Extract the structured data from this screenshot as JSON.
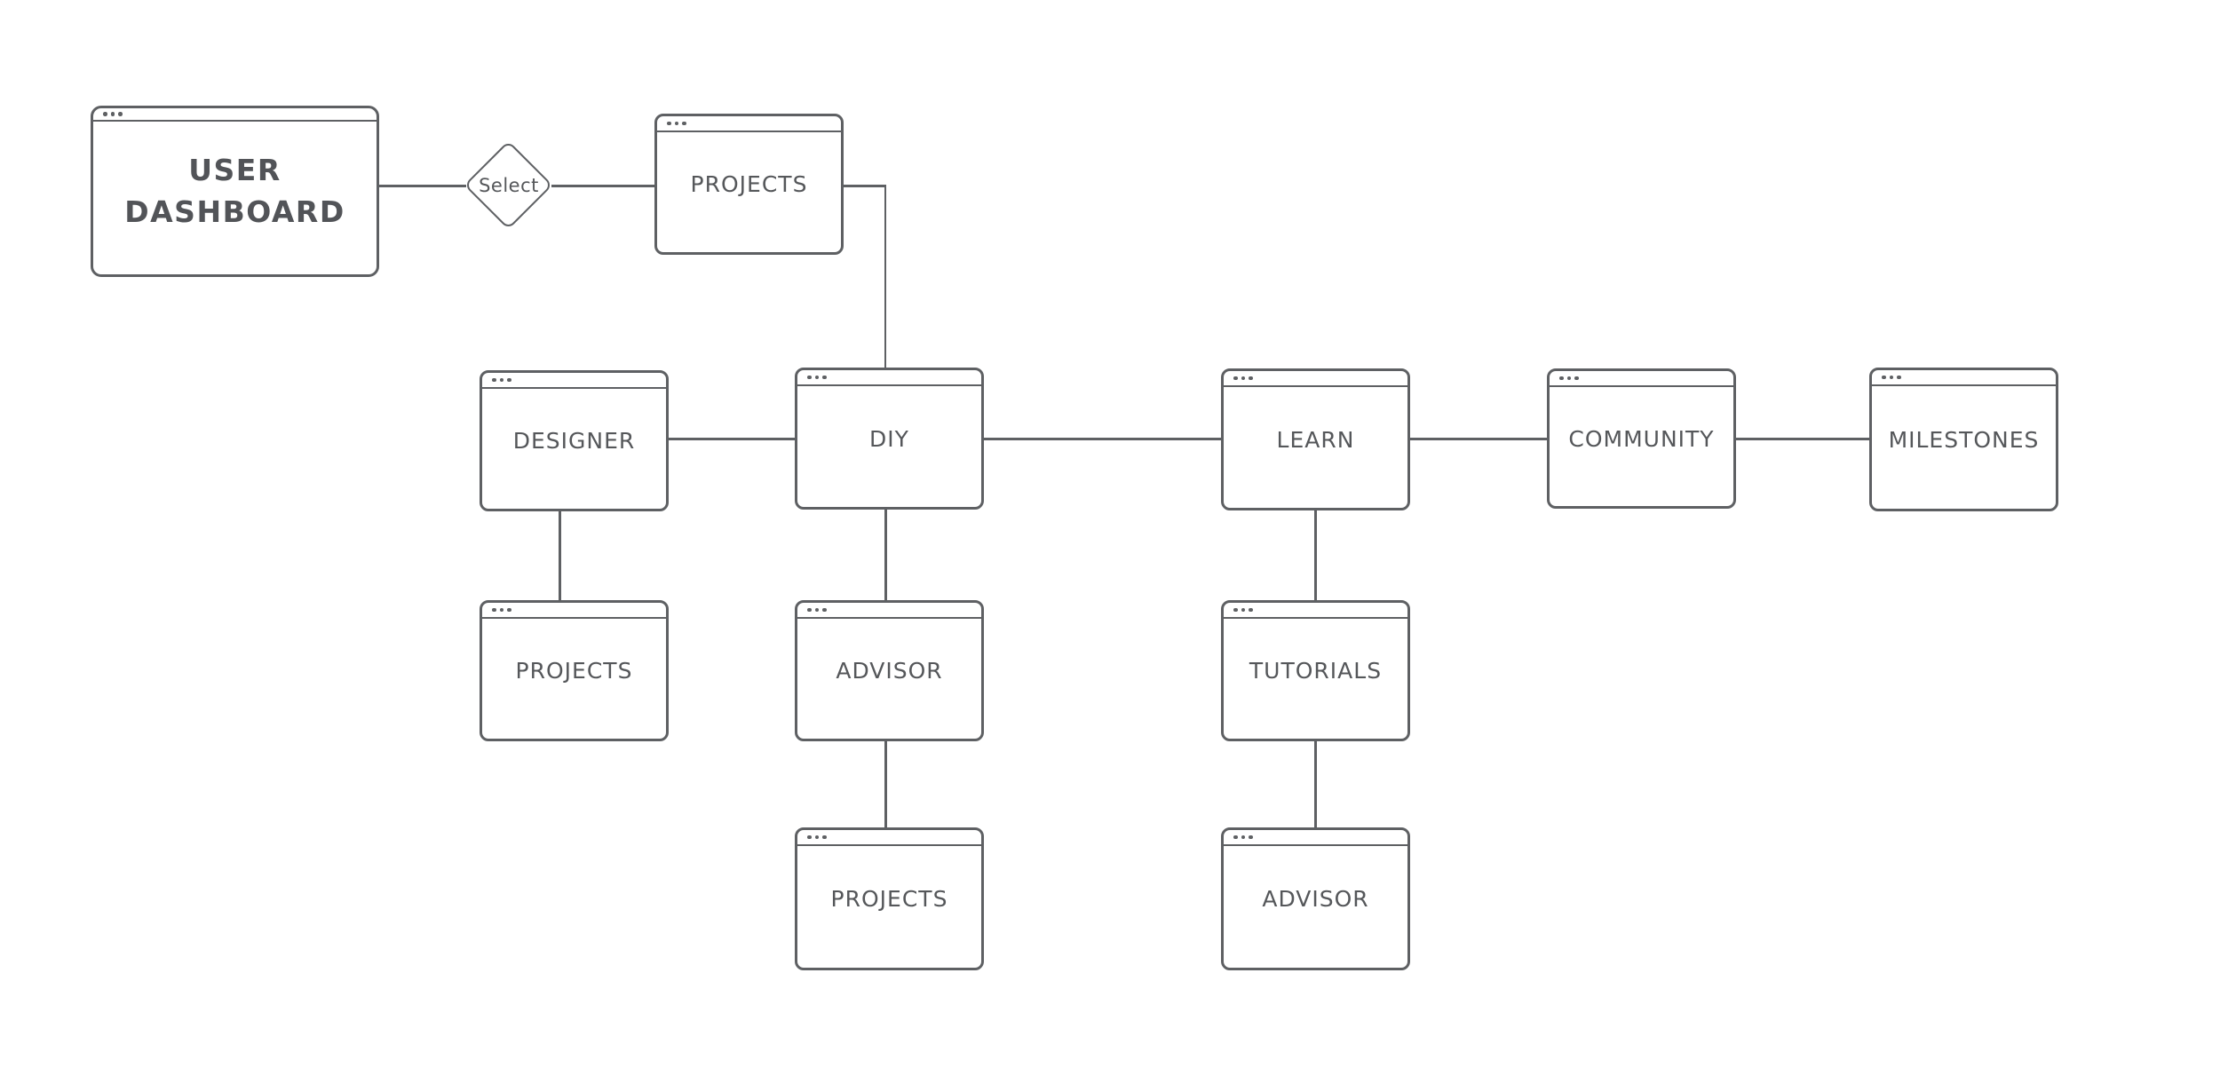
{
  "page": {
    "background": "#ffffff"
  },
  "diagram": {
    "colors": {
      "stroke": "#5e6063",
      "text": "#55575a",
      "background": "#ffffff"
    },
    "nodes": {
      "user_dashboard": {
        "label": "USER DASHBOARD"
      },
      "select": {
        "label": "Select"
      },
      "projects_top": {
        "label": "PROJECTS"
      },
      "designer": {
        "label": "DESIGNER"
      },
      "diy": {
        "label": "DIY"
      },
      "learn": {
        "label": "LEARN"
      },
      "community": {
        "label": "COMMUNITY"
      },
      "milestones": {
        "label": "MILESTONES"
      },
      "designer_projects": {
        "label": "PROJECTS"
      },
      "diy_advisor": {
        "label": "ADVISOR"
      },
      "learn_tutorials": {
        "label": "TUTORIALS"
      },
      "diy_advisor_projects": {
        "label": "PROJECTS"
      },
      "learn_tutorials_advisor": {
        "label": "ADVISOR"
      }
    },
    "edges": [
      {
        "from": "user_dashboard",
        "to": "select"
      },
      {
        "from": "select",
        "to": "projects_top"
      },
      {
        "from": "projects_top",
        "to": "diy"
      },
      {
        "from": "designer",
        "to": "diy"
      },
      {
        "from": "diy",
        "to": "learn"
      },
      {
        "from": "learn",
        "to": "community"
      },
      {
        "from": "community",
        "to": "milestones"
      },
      {
        "from": "designer",
        "to": "designer_projects"
      },
      {
        "from": "diy",
        "to": "diy_advisor"
      },
      {
        "from": "learn",
        "to": "learn_tutorials"
      },
      {
        "from": "diy_advisor",
        "to": "diy_advisor_projects"
      },
      {
        "from": "learn_tutorials",
        "to": "learn_tutorials_advisor"
      }
    ]
  }
}
